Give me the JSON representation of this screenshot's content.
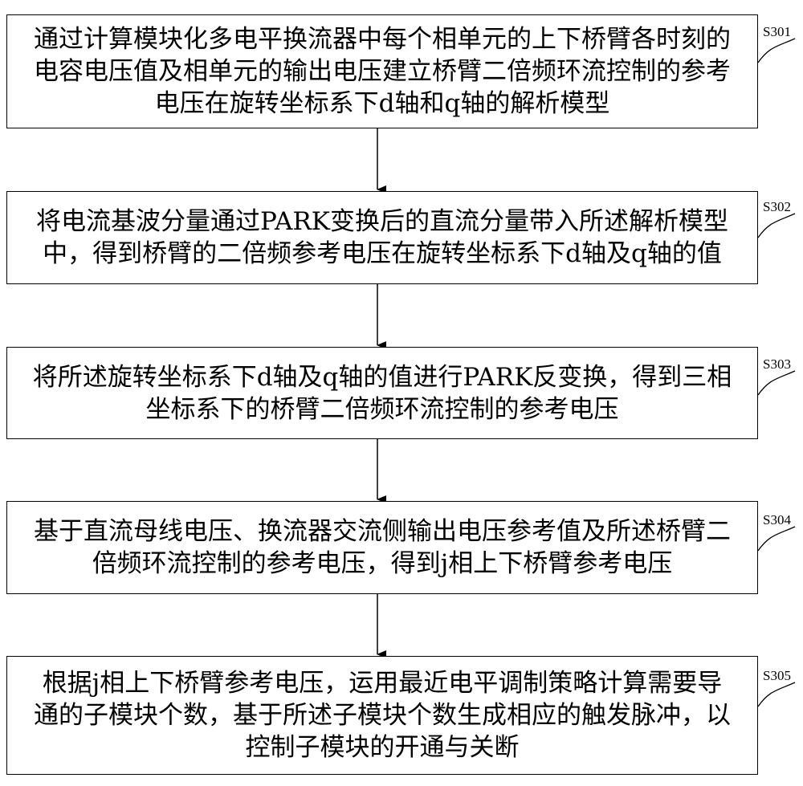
{
  "steps": [
    {
      "id": "S301",
      "lines": [
        "通过计算模块化多电平换流器中每个相单元的上下桥臂各时刻的",
        "电容电压值及相单元的输出电压建立桥臂二倍频环流控制的参考",
        "电压在旋转坐标系下d轴和q轴的解析模型"
      ]
    },
    {
      "id": "S302",
      "lines": [
        "将电流基波分量通过PARK变换后的直流分量带入所述解析模型",
        "中，得到桥臂的二倍频参考电压在旋转坐标系下d轴及q轴的值"
      ]
    },
    {
      "id": "S303",
      "lines": [
        "将所述旋转坐标系下d轴及q轴的值进行PARK反变换，得到三相",
        "坐标系下的桥臂二倍频环流控制的参考电压"
      ]
    },
    {
      "id": "S304",
      "lines": [
        "基于直流母线电压、换流器交流侧输出电压参考值及所述桥臂二",
        "倍频环流控制的参考电压，得到j相上下桥臂参考电压"
      ]
    },
    {
      "id": "S305",
      "lines": [
        "根据j相上下桥臂参考电压，运用最近电平调制策略计算需要导",
        "通的子模块个数，基于所述子模块个数生成相应的触发脉冲，以",
        "控制子模块的开通与关断"
      ]
    }
  ]
}
